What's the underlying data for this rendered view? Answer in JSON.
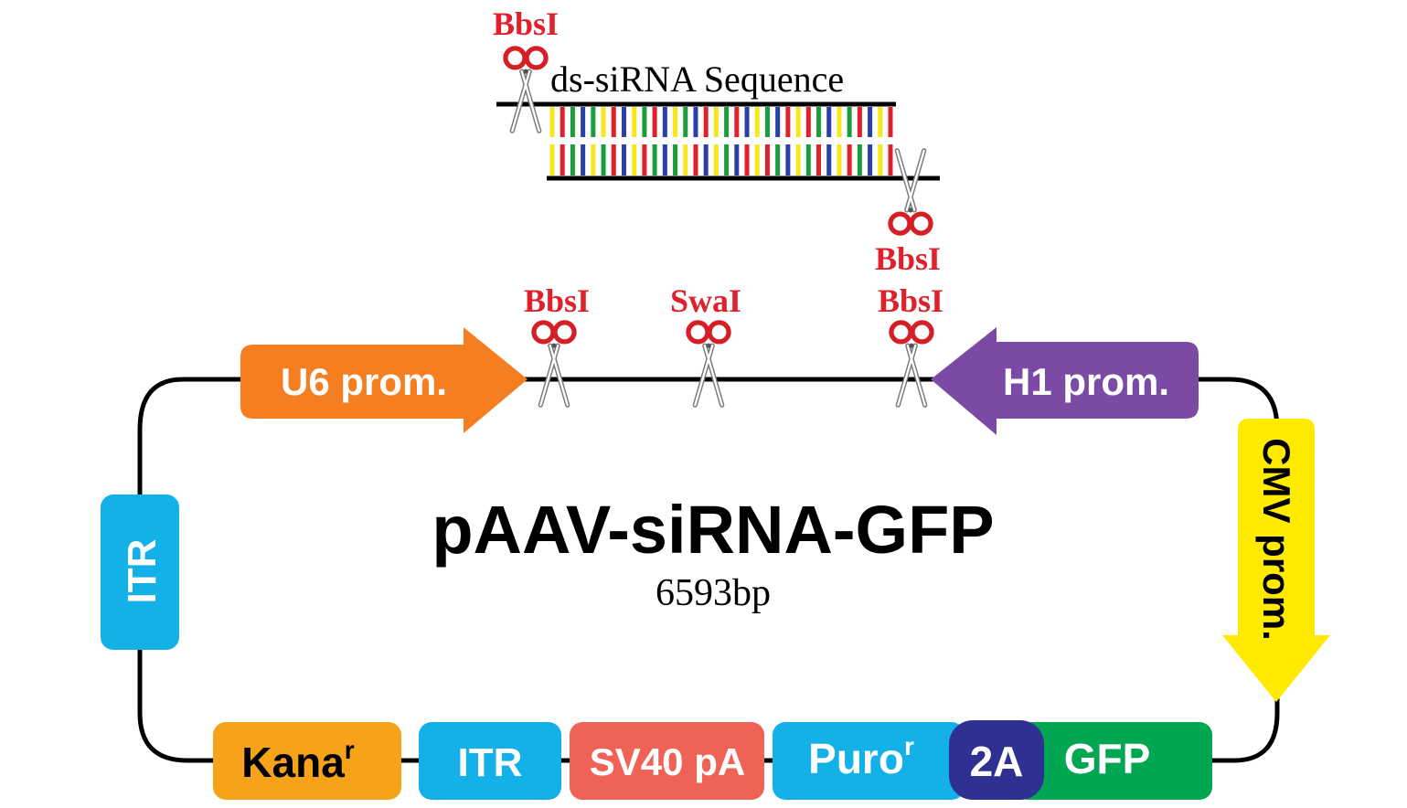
{
  "diagram": {
    "title": "pAAV-siRNA-GFP",
    "size": "6593bp",
    "insert": {
      "label": "ds-siRNA Sequence",
      "top_enzyme": "BbsI",
      "bottom_enzyme": "BbsI"
    },
    "sites": [
      {
        "label": "BbsI"
      },
      {
        "label": "SwaI"
      },
      {
        "label": "BbsI"
      }
    ],
    "features": {
      "u6": {
        "label": "U6 prom.",
        "color": "#f47e20"
      },
      "h1": {
        "label": "H1 prom.",
        "color": "#7b4aa5"
      },
      "cmv": {
        "label": "CMV prom.",
        "color": "#ffea00"
      },
      "itr_left": {
        "label": "ITR",
        "color": "#13b1e8"
      },
      "kana": {
        "label": "Kana",
        "sup": "r",
        "color": "#f7a21b"
      },
      "itr_bottom": {
        "label": "ITR",
        "color": "#13b1e8"
      },
      "sv40": {
        "label": "SV40 pA",
        "color": "#ef6357"
      },
      "puro": {
        "label": "Puro",
        "sup": "r",
        "color": "#13b1e8"
      },
      "t2a": {
        "label": "2A",
        "color": "#2e3192"
      },
      "gfp": {
        "label": "GFP",
        "color": "#00a651"
      }
    },
    "base_colors": [
      "#f8e71c",
      "#e0202a",
      "#1a9e3c",
      "#2a3fa8"
    ]
  }
}
